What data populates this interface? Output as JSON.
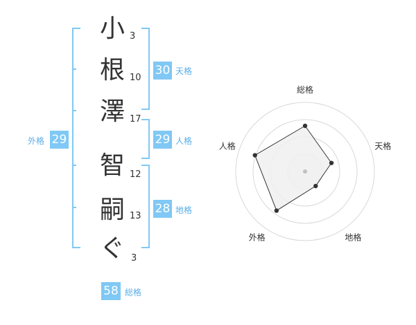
{
  "name_chars": [
    {
      "char": "小",
      "strokes": "3"
    },
    {
      "char": "根",
      "strokes": "10"
    },
    {
      "char": "澤",
      "strokes": "17"
    },
    {
      "char": "智",
      "strokes": "12"
    },
    {
      "char": "嗣",
      "strokes": "13"
    },
    {
      "char": "ぐ",
      "strokes": "3"
    }
  ],
  "fortunes": {
    "tenkaku": {
      "value": "30",
      "label": "天格"
    },
    "jinkaku": {
      "value": "29",
      "label": "人格"
    },
    "chikaku": {
      "value": "28",
      "label": "地格"
    },
    "gaikaku": {
      "value": "29",
      "label": "外格"
    },
    "soukaku": {
      "value": "58",
      "label": "総格"
    }
  },
  "radar": {
    "axes": [
      "総格",
      "天格",
      "地格",
      "外格",
      "人格"
    ],
    "levels": 4,
    "values": [
      3.3,
      2.0,
      1.3,
      3.5,
      3.8
    ],
    "max": 5,
    "colors": {
      "grid": "#d8d8d8",
      "fill": "#f0f0f0",
      "stroke": "#333333",
      "point": "#333333",
      "center": "#c0c0c0"
    }
  },
  "colors": {
    "accent": "#80c8f5",
    "label": "#5aaee8",
    "text": "#333333"
  }
}
